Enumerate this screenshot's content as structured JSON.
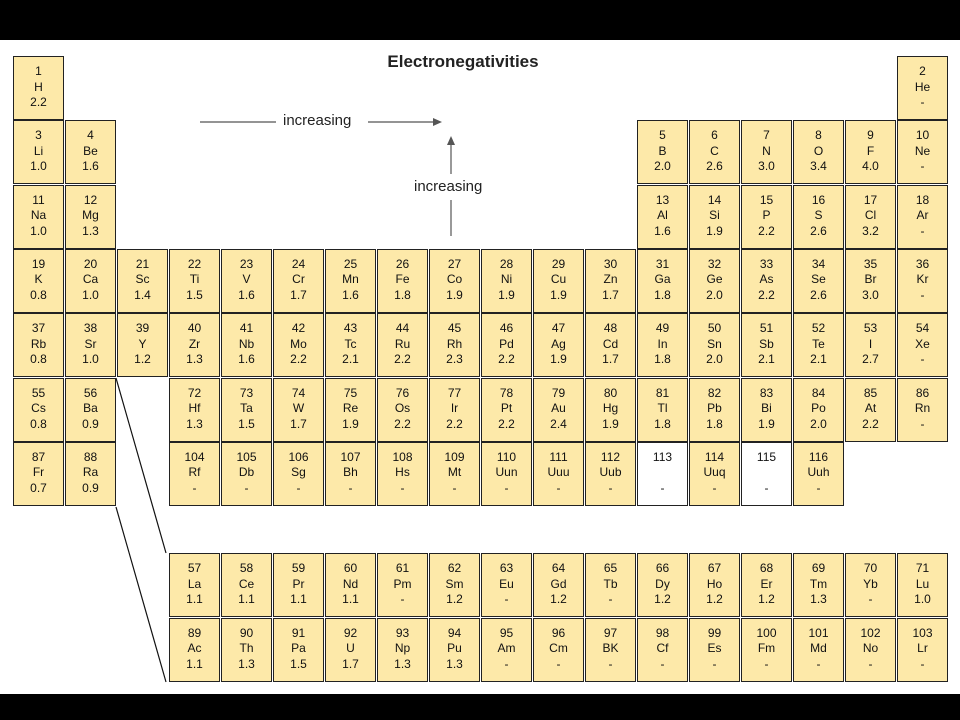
{
  "title": "Electronegativities",
  "arrows": {
    "horizontal_label": "increasing",
    "vertical_label": "increasing"
  },
  "elements": [
    {
      "n": "1",
      "s": "H",
      "v": "2.2",
      "col": 1,
      "row": 1
    },
    {
      "n": "2",
      "s": "He",
      "v": "-",
      "col": 18,
      "row": 1
    },
    {
      "n": "3",
      "s": "Li",
      "v": "1.0",
      "col": 1,
      "row": 2
    },
    {
      "n": "4",
      "s": "Be",
      "v": "1.6",
      "col": 2,
      "row": 2
    },
    {
      "n": "5",
      "s": "B",
      "v": "2.0",
      "col": 13,
      "row": 2
    },
    {
      "n": "6",
      "s": "C",
      "v": "2.6",
      "col": 14,
      "row": 2
    },
    {
      "n": "7",
      "s": "N",
      "v": "3.0",
      "col": 15,
      "row": 2
    },
    {
      "n": "8",
      "s": "O",
      "v": "3.4",
      "col": 16,
      "row": 2
    },
    {
      "n": "9",
      "s": "F",
      "v": "4.0",
      "col": 17,
      "row": 2
    },
    {
      "n": "10",
      "s": "Ne",
      "v": "-",
      "col": 18,
      "row": 2
    },
    {
      "n": "11",
      "s": "Na",
      "v": "1.0",
      "col": 1,
      "row": 3
    },
    {
      "n": "12",
      "s": "Mg",
      "v": "1.3",
      "col": 2,
      "row": 3
    },
    {
      "n": "13",
      "s": "Al",
      "v": "1.6",
      "col": 13,
      "row": 3
    },
    {
      "n": "14",
      "s": "Si",
      "v": "1.9",
      "col": 14,
      "row": 3
    },
    {
      "n": "15",
      "s": "P",
      "v": "2.2",
      "col": 15,
      "row": 3
    },
    {
      "n": "16",
      "s": "S",
      "v": "2.6",
      "col": 16,
      "row": 3
    },
    {
      "n": "17",
      "s": "Cl",
      "v": "3.2",
      "col": 17,
      "row": 3
    },
    {
      "n": "18",
      "s": "Ar",
      "v": "-",
      "col": 18,
      "row": 3
    },
    {
      "n": "19",
      "s": "K",
      "v": "0.8",
      "col": 1,
      "row": 4
    },
    {
      "n": "20",
      "s": "Ca",
      "v": "1.0",
      "col": 2,
      "row": 4
    },
    {
      "n": "21",
      "s": "Sc",
      "v": "1.4",
      "col": 3,
      "row": 4
    },
    {
      "n": "22",
      "s": "Ti",
      "v": "1.5",
      "col": 4,
      "row": 4
    },
    {
      "n": "23",
      "s": "V",
      "v": "1.6",
      "col": 5,
      "row": 4
    },
    {
      "n": "24",
      "s": "Cr",
      "v": "1.7",
      "col": 6,
      "row": 4
    },
    {
      "n": "25",
      "s": "Mn",
      "v": "1.6",
      "col": 7,
      "row": 4
    },
    {
      "n": "26",
      "s": "Fe",
      "v": "1.8",
      "col": 8,
      "row": 4
    },
    {
      "n": "27",
      "s": "Co",
      "v": "1.9",
      "col": 9,
      "row": 4
    },
    {
      "n": "28",
      "s": "Ni",
      "v": "1.9",
      "col": 10,
      "row": 4
    },
    {
      "n": "29",
      "s": "Cu",
      "v": "1.9",
      "col": 11,
      "row": 4
    },
    {
      "n": "30",
      "s": "Zn",
      "v": "1.7",
      "col": 12,
      "row": 4
    },
    {
      "n": "31",
      "s": "Ga",
      "v": "1.8",
      "col": 13,
      "row": 4
    },
    {
      "n": "32",
      "s": "Ge",
      "v": "2.0",
      "col": 14,
      "row": 4
    },
    {
      "n": "33",
      "s": "As",
      "v": "2.2",
      "col": 15,
      "row": 4
    },
    {
      "n": "34",
      "s": "Se",
      "v": "2.6",
      "col": 16,
      "row": 4
    },
    {
      "n": "35",
      "s": "Br",
      "v": "3.0",
      "col": 17,
      "row": 4
    },
    {
      "n": "36",
      "s": "Kr",
      "v": "-",
      "col": 18,
      "row": 4
    },
    {
      "n": "37",
      "s": "Rb",
      "v": "0.8",
      "col": 1,
      "row": 5
    },
    {
      "n": "38",
      "s": "Sr",
      "v": "1.0",
      "col": 2,
      "row": 5
    },
    {
      "n": "39",
      "s": "Y",
      "v": "1.2",
      "col": 3,
      "row": 5
    },
    {
      "n": "40",
      "s": "Zr",
      "v": "1.3",
      "col": 4,
      "row": 5
    },
    {
      "n": "41",
      "s": "Nb",
      "v": "1.6",
      "col": 5,
      "row": 5
    },
    {
      "n": "42",
      "s": "Mo",
      "v": "2.2",
      "col": 6,
      "row": 5
    },
    {
      "n": "43",
      "s": "Tc",
      "v": "2.1",
      "col": 7,
      "row": 5
    },
    {
      "n": "44",
      "s": "Ru",
      "v": "2.2",
      "col": 8,
      "row": 5
    },
    {
      "n": "45",
      "s": "Rh",
      "v": "2.3",
      "col": 9,
      "row": 5
    },
    {
      "n": "46",
      "s": "Pd",
      "v": "2.2",
      "col": 10,
      "row": 5
    },
    {
      "n": "47",
      "s": "Ag",
      "v": "1.9",
      "col": 11,
      "row": 5
    },
    {
      "n": "48",
      "s": "Cd",
      "v": "1.7",
      "col": 12,
      "row": 5
    },
    {
      "n": "49",
      "s": "In",
      "v": "1.8",
      "col": 13,
      "row": 5
    },
    {
      "n": "50",
      "s": "Sn",
      "v": "2.0",
      "col": 14,
      "row": 5
    },
    {
      "n": "51",
      "s": "Sb",
      "v": "2.1",
      "col": 15,
      "row": 5
    },
    {
      "n": "52",
      "s": "Te",
      "v": "2.1",
      "col": 16,
      "row": 5
    },
    {
      "n": "53",
      "s": "I",
      "v": "2.7",
      "col": 17,
      "row": 5
    },
    {
      "n": "54",
      "s": "Xe",
      "v": "-",
      "col": 18,
      "row": 5
    },
    {
      "n": "55",
      "s": "Cs",
      "v": "0.8",
      "col": 1,
      "row": 6
    },
    {
      "n": "56",
      "s": "Ba",
      "v": "0.9",
      "col": 2,
      "row": 6
    },
    {
      "n": "72",
      "s": "Hf",
      "v": "1.3",
      "col": 4,
      "row": 6
    },
    {
      "n": "73",
      "s": "Ta",
      "v": "1.5",
      "col": 5,
      "row": 6
    },
    {
      "n": "74",
      "s": "W",
      "v": "1.7",
      "col": 6,
      "row": 6
    },
    {
      "n": "75",
      "s": "Re",
      "v": "1.9",
      "col": 7,
      "row": 6
    },
    {
      "n": "76",
      "s": "Os",
      "v": "2.2",
      "col": 8,
      "row": 6
    },
    {
      "n": "77",
      "s": "Ir",
      "v": "2.2",
      "col": 9,
      "row": 6
    },
    {
      "n": "78",
      "s": "Pt",
      "v": "2.2",
      "col": 10,
      "row": 6
    },
    {
      "n": "79",
      "s": "Au",
      "v": "2.4",
      "col": 11,
      "row": 6
    },
    {
      "n": "80",
      "s": "Hg",
      "v": "1.9",
      "col": 12,
      "row": 6
    },
    {
      "n": "81",
      "s": "Tl",
      "v": "1.8",
      "col": 13,
      "row": 6
    },
    {
      "n": "82",
      "s": "Pb",
      "v": "1.8",
      "col": 14,
      "row": 6
    },
    {
      "n": "83",
      "s": "Bi",
      "v": "1.9",
      "col": 15,
      "row": 6
    },
    {
      "n": "84",
      "s": "Po",
      "v": "2.0",
      "col": 16,
      "row": 6
    },
    {
      "n": "85",
      "s": "At",
      "v": "2.2",
      "col": 17,
      "row": 6
    },
    {
      "n": "86",
      "s": "Rn",
      "v": "-",
      "col": 18,
      "row": 6
    },
    {
      "n": "87",
      "s": "Fr",
      "v": "0.7",
      "col": 1,
      "row": 7
    },
    {
      "n": "88",
      "s": "Ra",
      "v": "0.9",
      "col": 2,
      "row": 7
    },
    {
      "n": "104",
      "s": "Rf",
      "v": "-",
      "col": 4,
      "row": 7
    },
    {
      "n": "105",
      "s": "Db",
      "v": "-",
      "col": 5,
      "row": 7
    },
    {
      "n": "106",
      "s": "Sg",
      "v": "-",
      "col": 6,
      "row": 7
    },
    {
      "n": "107",
      "s": "Bh",
      "v": "-",
      "col": 7,
      "row": 7
    },
    {
      "n": "108",
      "s": "Hs",
      "v": "-",
      "col": 8,
      "row": 7
    },
    {
      "n": "109",
      "s": "Mt",
      "v": "-",
      "col": 9,
      "row": 7
    },
    {
      "n": "110",
      "s": "Uun",
      "v": "-",
      "col": 10,
      "row": 7
    },
    {
      "n": "111",
      "s": "Uuu",
      "v": "-",
      "col": 11,
      "row": 7
    },
    {
      "n": "112",
      "s": "Uub",
      "v": "-",
      "col": 12,
      "row": 7
    },
    {
      "n": "113",
      "s": "",
      "v": "-",
      "col": 13,
      "row": 7,
      "blank": true
    },
    {
      "n": "114",
      "s": "Uuq",
      "v": "-",
      "col": 14,
      "row": 7
    },
    {
      "n": "115",
      "s": "",
      "v": "-",
      "col": 15,
      "row": 7,
      "blank": true
    },
    {
      "n": "116",
      "s": "Uuh",
      "v": "-",
      "col": 16,
      "row": 7
    },
    {
      "n": "57",
      "s": "La",
      "v": "1.1",
      "col": 4,
      "row": 8
    },
    {
      "n": "58",
      "s": "Ce",
      "v": "1.1",
      "col": 5,
      "row": 8
    },
    {
      "n": "59",
      "s": "Pr",
      "v": "1.1",
      "col": 6,
      "row": 8
    },
    {
      "n": "60",
      "s": "Nd",
      "v": "1.1",
      "col": 7,
      "row": 8
    },
    {
      "n": "61",
      "s": "Pm",
      "v": "-",
      "col": 8,
      "row": 8
    },
    {
      "n": "62",
      "s": "Sm",
      "v": "1.2",
      "col": 9,
      "row": 8
    },
    {
      "n": "63",
      "s": "Eu",
      "v": "-",
      "col": 10,
      "row": 8
    },
    {
      "n": "64",
      "s": "Gd",
      "v": "1.2",
      "col": 11,
      "row": 8
    },
    {
      "n": "65",
      "s": "Tb",
      "v": "-",
      "col": 12,
      "row": 8
    },
    {
      "n": "66",
      "s": "Dy",
      "v": "1.2",
      "col": 13,
      "row": 8
    },
    {
      "n": "67",
      "s": "Ho",
      "v": "1.2",
      "col": 14,
      "row": 8
    },
    {
      "n": "68",
      "s": "Er",
      "v": "1.2",
      "col": 15,
      "row": 8
    },
    {
      "n": "69",
      "s": "Tm",
      "v": "1.3",
      "col": 16,
      "row": 8
    },
    {
      "n": "70",
      "s": "Yb",
      "v": "-",
      "col": 17,
      "row": 8
    },
    {
      "n": "71",
      "s": "Lu",
      "v": "1.0",
      "col": 18,
      "row": 8
    },
    {
      "n": "89",
      "s": "Ac",
      "v": "1.1",
      "col": 4,
      "row": 9
    },
    {
      "n": "90",
      "s": "Th",
      "v": "1.3",
      "col": 5,
      "row": 9
    },
    {
      "n": "91",
      "s": "Pa",
      "v": "1.5",
      "col": 6,
      "row": 9
    },
    {
      "n": "92",
      "s": "U",
      "v": "1.7",
      "col": 7,
      "row": 9
    },
    {
      "n": "93",
      "s": "Np",
      "v": "1.3",
      "col": 8,
      "row": 9
    },
    {
      "n": "94",
      "s": "Pu",
      "v": "1.3",
      "col": 9,
      "row": 9
    },
    {
      "n": "95",
      "s": "Am",
      "v": "-",
      "col": 10,
      "row": 9
    },
    {
      "n": "96",
      "s": "Cm",
      "v": "-",
      "col": 11,
      "row": 9
    },
    {
      "n": "97",
      "s": "BK",
      "v": "-",
      "col": 12,
      "row": 9
    },
    {
      "n": "98",
      "s": "Cf",
      "v": "-",
      "col": 13,
      "row": 9
    },
    {
      "n": "99",
      "s": "Es",
      "v": "-",
      "col": 14,
      "row": 9
    },
    {
      "n": "100",
      "s": "Fm",
      "v": "-",
      "col": 15,
      "row": 9
    },
    {
      "n": "101",
      "s": "Md",
      "v": "-",
      "col": 16,
      "row": 9
    },
    {
      "n": "102",
      "s": "No",
      "v": "-",
      "col": 17,
      "row": 9
    },
    {
      "n": "103",
      "s": "Lr",
      "v": "-",
      "col": 18,
      "row": 9
    }
  ]
}
